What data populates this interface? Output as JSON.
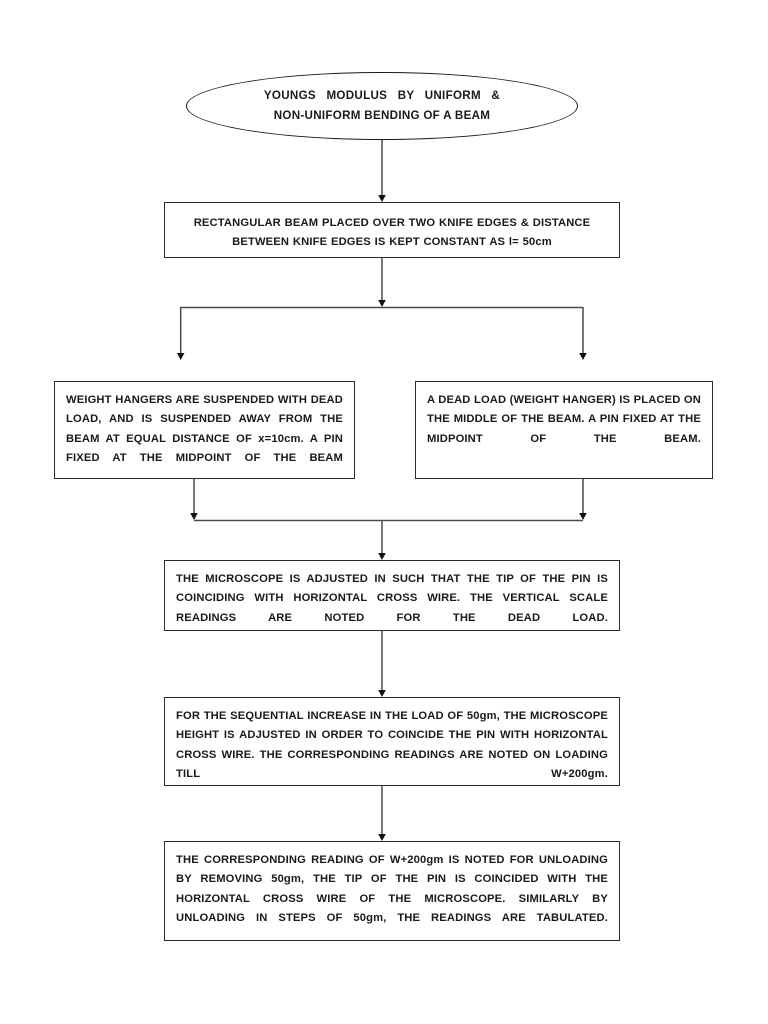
{
  "document": {
    "kind": "flowchart",
    "orientation": "vertical",
    "background_color": "#ffffff",
    "line_color": "#2b2b2b",
    "text_color": "#1a1a1a"
  },
  "title": {
    "shape": "ellipse",
    "line1": "YOUNGS  MODULUS  BY  UNIFORM  &",
    "line2": "NON-UNIFORM BENDING OF A BEAM"
  },
  "nodes": {
    "beam": {
      "id": "beam-setup",
      "shape": "rectangle",
      "text": "RECTANGULAR BEAM PLACED OVER TWO KNIFE EDGES & DISTANCE BETWEEN KNIFE EDGES IS KEPT CONSTANT AS l= 50cm"
    },
    "uniform": {
      "id": "uniform-bending",
      "shape": "rectangle",
      "text": "WEIGHT HANGERS ARE SUSPENDED WITH DEAD LOAD, AND IS SUSPENDED AWAY FROM THE BEAM AT EQUAL DISTANCE OF x=10cm. A PIN FIXED AT THE MIDPOINT OF THE BEAM"
    },
    "nonuniform": {
      "id": "non-uniform-bending",
      "shape": "rectangle",
      "text": "A DEAD LOAD (WEIGHT HANGER) IS PLACED ON THE MIDDLE OF THE BEAM. A PIN FIXED AT THE MIDPOINT OF THE BEAM."
    },
    "microscope": {
      "id": "microscope-adjust",
      "shape": "rectangle",
      "text": "THE MICROSCOPE IS ADJUSTED IN SUCH THAT THE TIP OF THE PIN IS COINCIDING WITH HORIZONTAL CROSS WIRE. THE VERTICAL SCALE READINGS ARE NOTED FOR THE DEAD LOAD."
    },
    "sequential": {
      "id": "sequential-loading",
      "shape": "rectangle",
      "text": "FOR THE SEQUENTIAL INCREASE IN THE LOAD OF 50gm, THE MICROSCOPE HEIGHT IS ADJUSTED IN ORDER TO COINCIDE THE PIN WITH HORIZONTAL CROSS WIRE. THE CORRESPONDING READINGS ARE NOTED ON LOADING TILL W+200gm."
    },
    "unloading": {
      "id": "unloading-readings",
      "shape": "rectangle",
      "text": "THE CORRESPONDING READING OF W+200gm IS NOTED FOR UNLOADING BY REMOVING 50gm, THE TIP OF THE PIN IS COINCIDED WITH THE HORIZONTAL CROSS WIRE OF THE MICROSCOPE.  SIMILARLY BY UNLOADING IN STEPS OF 50gm, THE READINGS ARE TABULATED."
    }
  },
  "connectors": [
    {
      "id": "title-to-beam",
      "from": "title",
      "to": "beam",
      "type": "arrow-down"
    },
    {
      "id": "beam-to-split",
      "from": "beam",
      "to": "split-bar",
      "type": "arrow-down"
    },
    {
      "id": "split-to-uniform",
      "from": "split-bar",
      "to": "uniform",
      "type": "arrow-down"
    },
    {
      "id": "split-to-nonuniform",
      "from": "split-bar",
      "to": "nonuniform",
      "type": "arrow-down"
    },
    {
      "id": "uniform-to-merge",
      "from": "uniform",
      "to": "merge-bar",
      "type": "arrow-down"
    },
    {
      "id": "nonuniform-to-merge",
      "from": "nonuniform",
      "to": "merge-bar",
      "type": "arrow-down"
    },
    {
      "id": "merge-to-microscope",
      "from": "merge-bar",
      "to": "microscope",
      "type": "arrow-down"
    },
    {
      "id": "microscope-to-sequential",
      "from": "microscope",
      "to": "sequential",
      "type": "arrow-down"
    },
    {
      "id": "sequential-to-unloading",
      "from": "sequential",
      "to": "unloading",
      "type": "arrow-down"
    }
  ]
}
